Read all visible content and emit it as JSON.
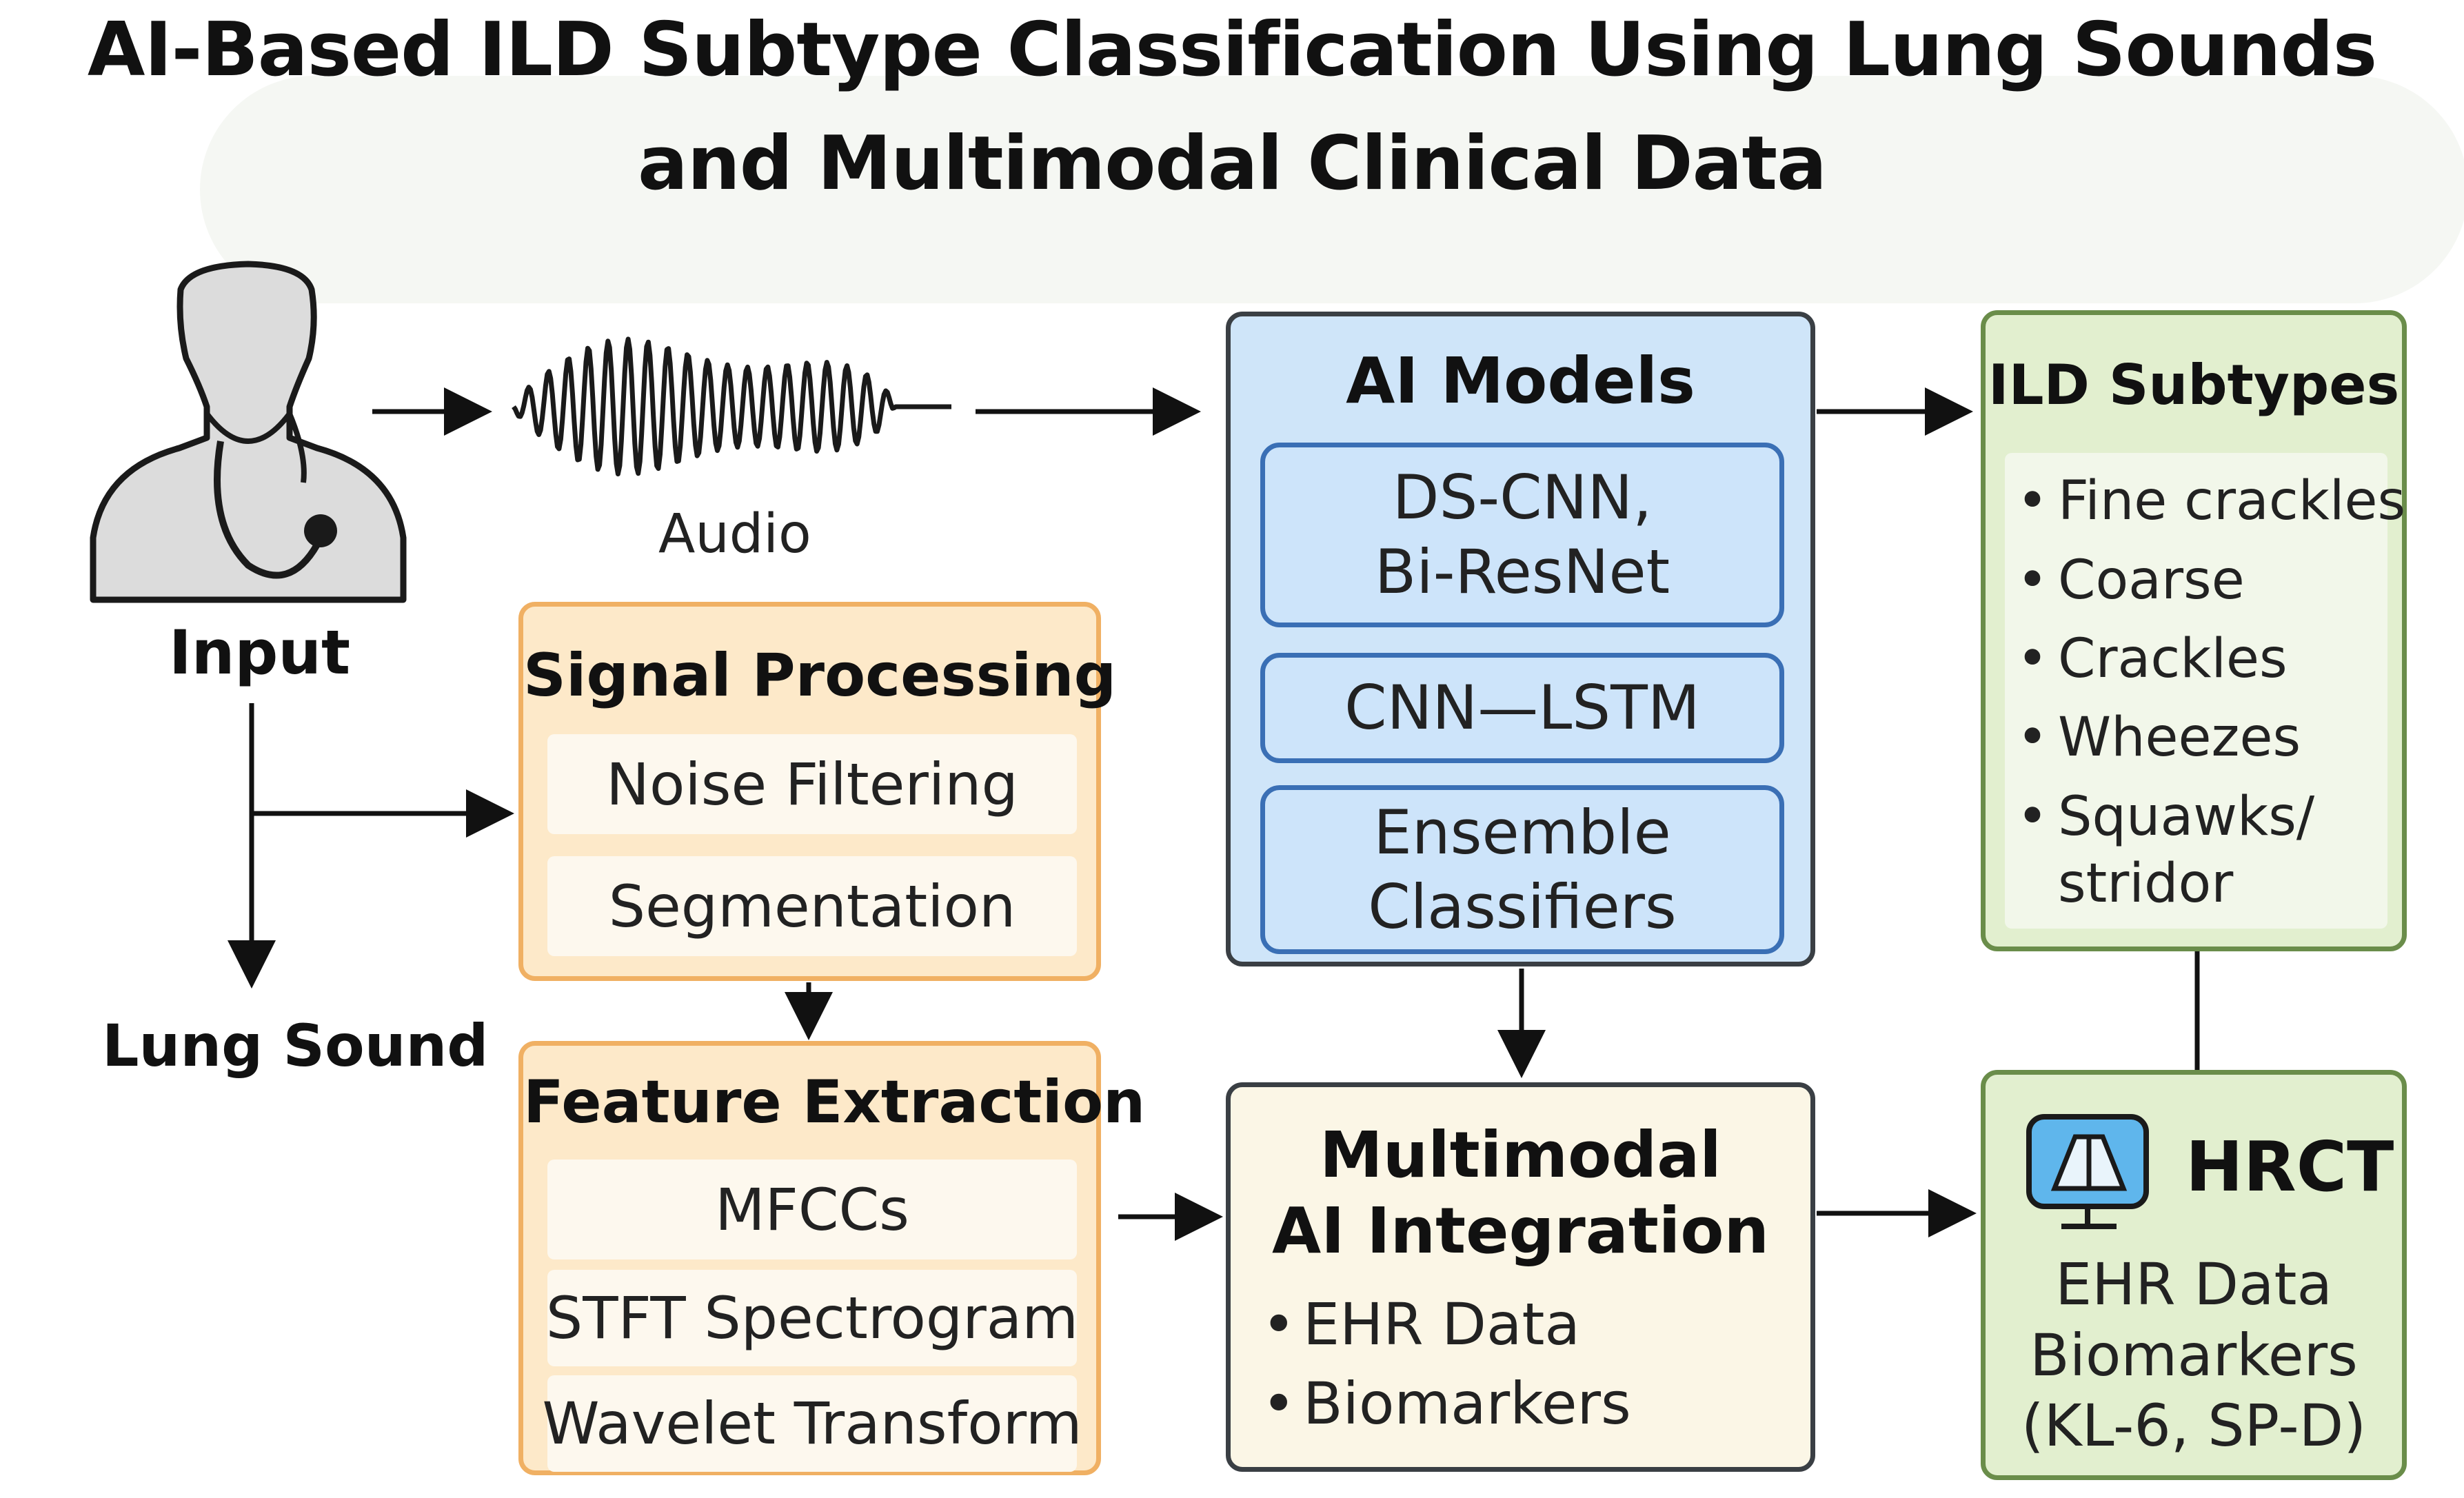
{
  "title": {
    "line1": "AI-Based ILD Subtype Classification Using Lung Sounds",
    "line2": "and Multimodal Clinical Data"
  },
  "input": {
    "icon": "person-with-stethoscope-icon",
    "label": "Input",
    "audio_icon": "waveform-icon",
    "audio_label": "Audio",
    "lung_sound_label": "Lung Sound"
  },
  "signal_processing": {
    "title": "Signal Processing",
    "items": [
      "Noise Filtering",
      "Segmentation"
    ]
  },
  "feature_extraction": {
    "title": "Feature Extraction",
    "items": [
      "MFCCs",
      "STFT Spectrogram",
      "Wavelet Transform"
    ]
  },
  "ai_models": {
    "title": "AI Models",
    "items": [
      {
        "line1": "DS-CNN,",
        "line2": "Bi-ResNet"
      },
      {
        "line1": "CNN—LSTM",
        "line2": ""
      },
      {
        "line1": "Ensemble",
        "line2": "Classifiers"
      }
    ]
  },
  "multimodal": {
    "title_line1": "Multimodal",
    "title_line2": "AI Integration",
    "items": [
      "EHR Data",
      "Biomarkers"
    ]
  },
  "ild_subtypes": {
    "title": "ILD Subtypes",
    "items": [
      "Fine crackles",
      "Coarse",
      "Crackles",
      "Wheezes",
      "Squawks/",
      "stridor"
    ]
  },
  "hrct": {
    "icon": "monitor-icon",
    "title": "HRCT",
    "lines": [
      "EHR Data",
      "Biomarkers",
      "(KL-6, SP-D)"
    ]
  },
  "colors": {
    "orange_fill": "#fde9c9",
    "orange_border": "#f0b063",
    "blue_fill": "#cfe5f9",
    "blue_inner_border": "#3a6fb5",
    "green_fill": "#e2efcf",
    "green_border": "#6a8d4a",
    "cream_fill": "#fbf6e6"
  }
}
